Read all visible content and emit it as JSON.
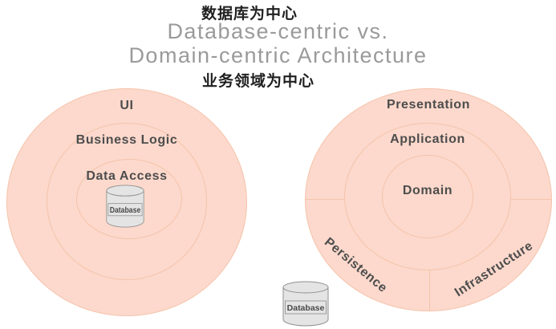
{
  "header": {
    "label_top_cn": "数据库为中心",
    "title_line1": "Database-centric vs.",
    "title_line2": "Domain-centric Architecture",
    "label_bottom_cn": "业务领域为中心"
  },
  "left_diagram": {
    "layers": [
      {
        "label": "UI"
      },
      {
        "label": "Business Logic"
      },
      {
        "label": "Data Access"
      }
    ],
    "database_label": "Database"
  },
  "right_diagram": {
    "layers": [
      {
        "label": "Presentation"
      },
      {
        "label": "Application"
      },
      {
        "label": "Domain"
      }
    ],
    "sectors": [
      {
        "label": "Persistence"
      },
      {
        "label": "Infrastructure"
      }
    ],
    "database_label": "Database"
  },
  "colors": {
    "circle_fill": "#fcd9cc",
    "circle_stroke": "#f6c3ab",
    "label_text": "#4d4d4d",
    "title_text": "#9a9a9a",
    "cn_text": "#1f1f1f",
    "cylinder_fill": "#e4e4e4",
    "cylinder_stroke": "#8f8f8f"
  }
}
